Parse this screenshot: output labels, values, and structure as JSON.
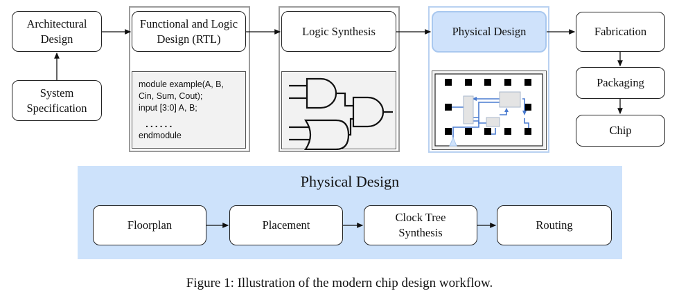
{
  "flow": {
    "system_spec": "System Specification",
    "architectural": "Architectural Design",
    "functional": "Functional and Logic Design (RTL)",
    "logic_synthesis": "Logic Synthesis",
    "physical_design": "Physical Design",
    "fabrication": "Fabrication",
    "packaging": "Packaging",
    "chip": "Chip"
  },
  "rtl_code": {
    "line1": "module example(A, B,",
    "line2": "Cin, Sum, Cout);",
    "line3": "input [3:0] A, B;",
    "ellipsis": "......",
    "line4": "endmodule"
  },
  "physical_design_detail": {
    "title": "Physical Design",
    "steps": [
      "Floorplan",
      "Placement",
      "Clock Tree Synthesis",
      "Routing"
    ]
  },
  "colors": {
    "highlight_fill": "#cfe2fb",
    "highlight_border": "#a9c8ef",
    "route_blue": "#4a7bd0",
    "inset_gray": "#f2f2f2"
  },
  "caption": "Figure 1: Illustration of the modern chip design workflow."
}
